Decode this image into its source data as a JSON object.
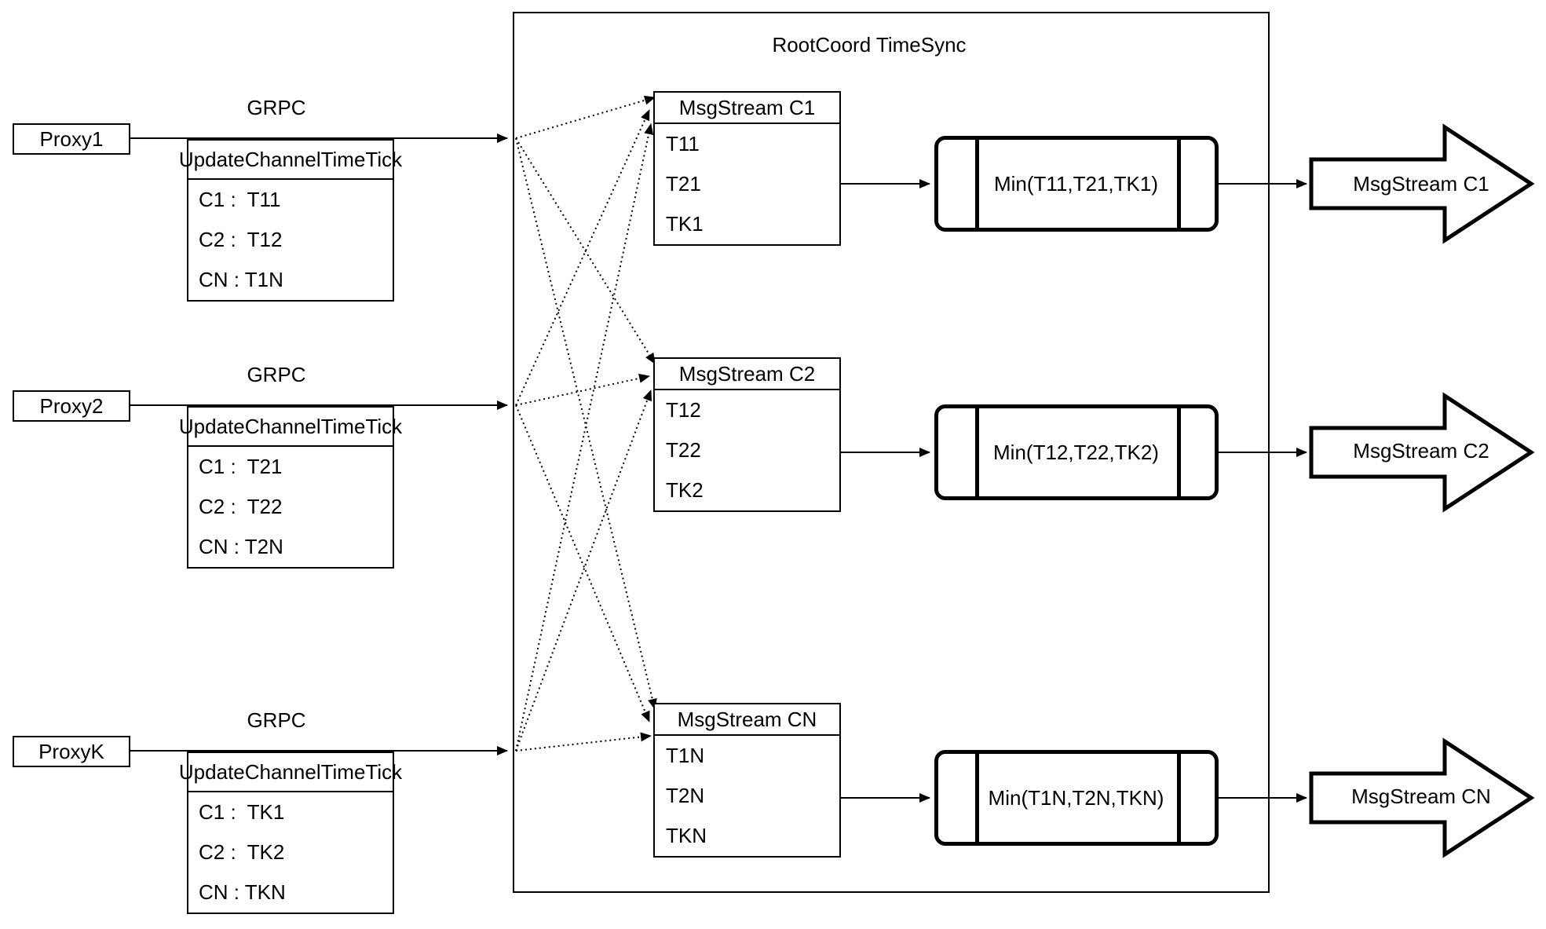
{
  "diagram": {
    "title": "RootCoord TimeSync",
    "grpc_label": "GRPC",
    "proxies": [
      {
        "label": "Proxy1",
        "table": {
          "header": "UpdateChannelTimeTick",
          "rows": [
            "C1 :  T11",
            "C2 :  T12",
            "CN : T1N"
          ]
        }
      },
      {
        "label": "Proxy2",
        "table": {
          "header": "UpdateChannelTimeTick",
          "rows": [
            "C1 :  T21",
            "C2 :  T22",
            "CN : T2N"
          ]
        }
      },
      {
        "label": "ProxyK",
        "table": {
          "header": "UpdateChannelTimeTick",
          "rows": [
            "C1 :  TK1",
            "C2 :  TK2",
            "CN : TKN"
          ]
        }
      }
    ],
    "streams": [
      {
        "header": "MsgStream C1",
        "rows": [
          "T11",
          "T21",
          "TK1"
        ],
        "min_label": "Min(T11,T21,TK1)",
        "out_label": "MsgStream C1"
      },
      {
        "header": "MsgStream C2",
        "rows": [
          "T12",
          "T22",
          "TK2"
        ],
        "min_label": "Min(T12,T22,TK2)",
        "out_label": "MsgStream C2"
      },
      {
        "header": "MsgStream CN",
        "rows": [
          "T1N",
          "T2N",
          "TKN"
        ],
        "min_label": "Min(T1N,T2N,TKN)",
        "out_label": "MsgStream CN"
      }
    ],
    "colors": {
      "stroke": "#000000",
      "background": "#ffffff"
    }
  }
}
